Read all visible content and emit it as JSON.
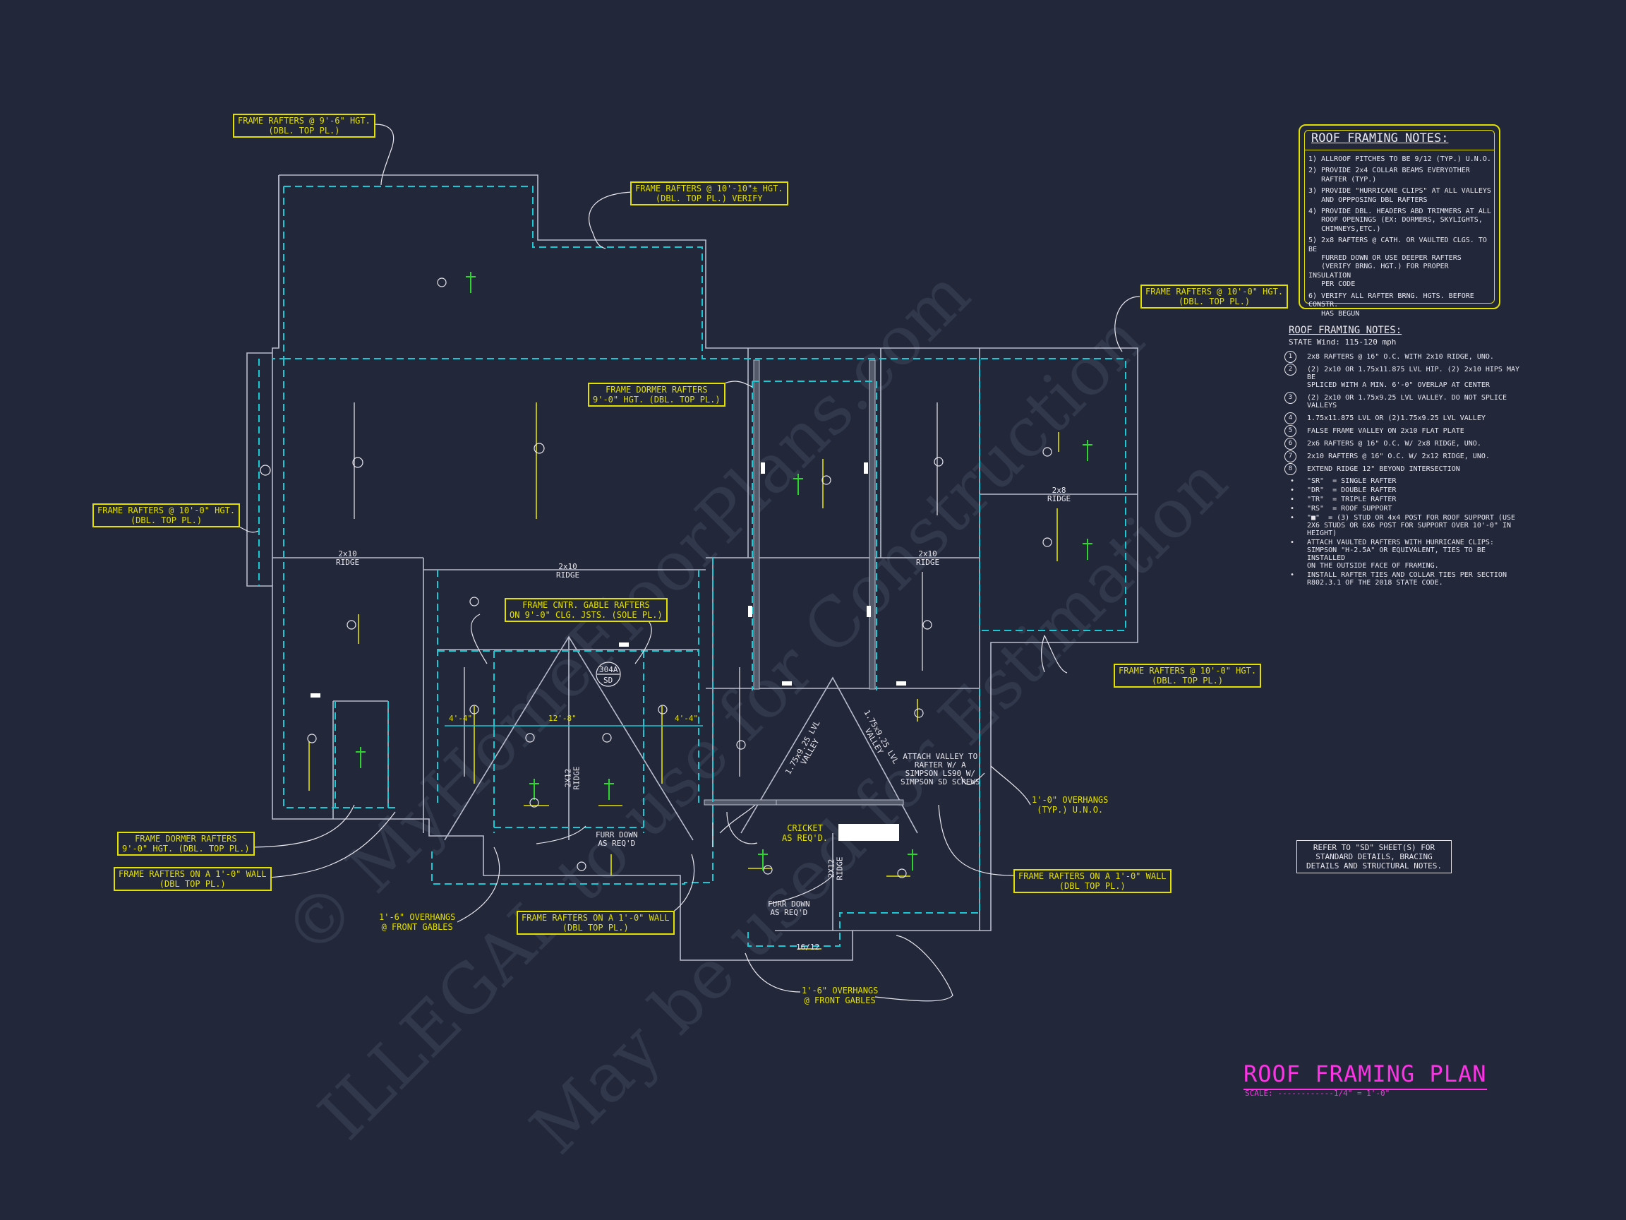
{
  "roof_notes": {
    "title": "ROOF FRAMING NOTES:",
    "items": [
      "1) ALLROOF PITCHES TO BE 9/12 (TYP.) U.N.O.",
      "2) PROVIDE 2x4 COLLAR BEAMS EVERYOTHER\n   RAFTER (TYP.)",
      "3) PROVIDE \"HURRICANE CLIPS\" AT ALL VALLEYS\n   AND OPPPOSING DBL RAFTERS",
      "4) PROVIDE DBL. HEADERS ABD TRIMMERS AT ALL\n   ROOF OPENINGS (EX: DORMERS, SKYLIGHTS,\n   CHIMNEYS,ETC.)",
      "5) 2x8 RAFTERS @ CATH. OR VAULTED CLGS. TO BE\n   FURRED DOWN OR USE DEEPER RAFTERS\n   (VERIFY BRNG. HGT.) FOR PROPER INSULATION\n   PER CODE",
      "6) VERIFY ALL RAFTER BRNG. HGTS. BEFORE CONSTR.\n   HAS BEGUN"
    ]
  },
  "legend": {
    "title": "ROOF FRAMING NOTES:",
    "subtitle": "STATE Wind: 115-120 mph",
    "items": [
      {
        "key": "1",
        "text": "2x8 RAFTERS @ 16\" O.C. WITH 2x10 RIDGE, UNO."
      },
      {
        "key": "2",
        "text": "(2) 2x10 OR 1.75x11.875 LVL HIP. (2) 2x10 HIPS MAY BE\nSPLICED WITH A MIN. 6'-0\" OVERLAP AT CENTER"
      },
      {
        "key": "3",
        "text": "(2) 2x10 OR 1.75x9.25 LVL VALLEY. DO NOT SPLICE\nVALLEYS"
      },
      {
        "key": "4",
        "text": "1.75x11.875 LVL OR (2)1.75x9.25 LVL VALLEY"
      },
      {
        "key": "5",
        "text": "FALSE FRAME VALLEY ON 2x10 FLAT PLATE"
      },
      {
        "key": "6",
        "text": "2x6 RAFTERS @ 16\" O.C. W/ 2x8 RIDGE, UNO."
      },
      {
        "key": "7",
        "text": "2x10 RAFTERS @ 16\" O.C. W/ 2x12 RIDGE, UNO."
      },
      {
        "key": "8",
        "text": "EXTEND RIDGE 12\" BEYOND INTERSECTION"
      }
    ],
    "bullets": [
      "\"SR\"  = SINGLE RAFTER",
      "\"DR\"  = DOUBLE RAFTER",
      "\"TR\"  = TRIPLE RAFTER",
      "\"RS\"  = ROOF SUPPORT",
      "\"■\"  = (3) STUD OR 4x4 POST FOR ROOF SUPPORT (USE\n2X6 STUDS OR 6X6 POST FOR SUPPORT OVER 10'-0\" IN\nHEIGHT)",
      "ATTACH VAULTED RAFTERS WITH HURRICANE CLIPS:\nSIMPSON \"H-2.5A\" OR EQUIVALENT, TIES TO BE INSTALLED\nON THE OUTSIDE FACE OF FRAMING.",
      "INSTALL RAFTER TIES AND COLLAR TIES PER SECTION\nR802.3.1 OF THE 2018 STATE CODE."
    ]
  },
  "reference_note": "REFER TO \"SD\" SHEET(S) FOR\nSTANDARD DETAILS, BRACING\nDETAILS AND STRUCTURAL NOTES.",
  "title_block": {
    "title": "ROOF FRAMING PLAN",
    "scale": "SCALE: ------------1/4\" = 1'-0\""
  },
  "callouts": {
    "top_left": "FRAME RAFTERS @ 9'-6\" HGT.\n(DBL. TOP PL.)",
    "top_mid": "FRAME RAFTERS @ 10'-10\"± HGT.\n(DBL. TOP PL.) VERIFY",
    "right_upper": "FRAME RAFTERS @ 10'-0\" HGT.\n(DBL. TOP PL.)",
    "dormer_upper": "FRAME DORMER RAFTERS\n9'-0\" HGT. (DBL. TOP PL.)",
    "left_mid": "FRAME RAFTERS @ 10'-0\" HGT.\n(DBL. TOP PL.)",
    "center_gable": "FRAME CNTR. GABLE RAFTERS\nON 9'-0\" CLG. JSTS. (SOLE PL.)",
    "right_lower": "FRAME RAFTERS @ 10'-0\" HGT.\n(DBL. TOP PL.)",
    "dormer_lower": "FRAME DORMER RAFTERS\n9'-0\" HGT. (DBL. TOP PL.)",
    "wall_left": "FRAME RAFTERS ON A 1'-0\" WALL\n(DBL TOP PL.)",
    "wall_center": "FRAME RAFTERS ON A 1'-0\" WALL\n(DBL TOP PL.)",
    "wall_right": "FRAME RAFTERS ON A 1'-0\" WALL\n(DBL TOP PL.)"
  },
  "yellow_labels": {
    "overhang_left": "1'-6\" OVERHANGS\n@ FRONT GABLES",
    "overhang_bottom": "1'-6\" OVERHANGS\n@ FRONT GABLES",
    "overhang_typ": "1'-0\" OVERHANGS\n(TYP.) U.N.O.",
    "cricket": "CRICKET\nAS REQ'D."
  },
  "plan_labels": {
    "ridge_left": "2x10\nRIDGE",
    "ridge_center": "2x10\nRIDGE",
    "ridge_right": "2x10\nRIDGE",
    "ridge_right_wing": "2x8\nRIDGE",
    "ridge_gable": "2X12\nRIDGE",
    "ridge_lower": "2X12\nRIDGE",
    "valley_left": "1.75x9.25 LVL\nVALLEY",
    "valley_right": "1.75x9.25 LVL\nVALLEY",
    "attach_valley": "ATTACH VALLEY TO\nRAFTER W/ A\nSIMPSON LS90 W/\nSIMPSON SD SCREWS",
    "furr_down_1": "FURR DOWN\nAS REQ'D",
    "furr_down_2": "FURR DOWN\nAS REQ'D",
    "pitch_bottom": "16/12",
    "section_top": "304A",
    "section_bottom": "SD",
    "dim_left": "4'-4\"",
    "dim_mid": "12'-8\"",
    "dim_right": "4'-4\""
  },
  "watermark": {
    "line1": "© MyHomeFloorPlans.com",
    "line2": "ILLEGAL to use for Construction",
    "line3": "May be used for Estimation"
  },
  "colors": {
    "background": "#22273a",
    "linework": "#b8bccb",
    "dashed_walls": "#18c9d6",
    "callout": "#e3e000",
    "title": "#ff32e6",
    "pitch_marker": "#2fd52f"
  }
}
